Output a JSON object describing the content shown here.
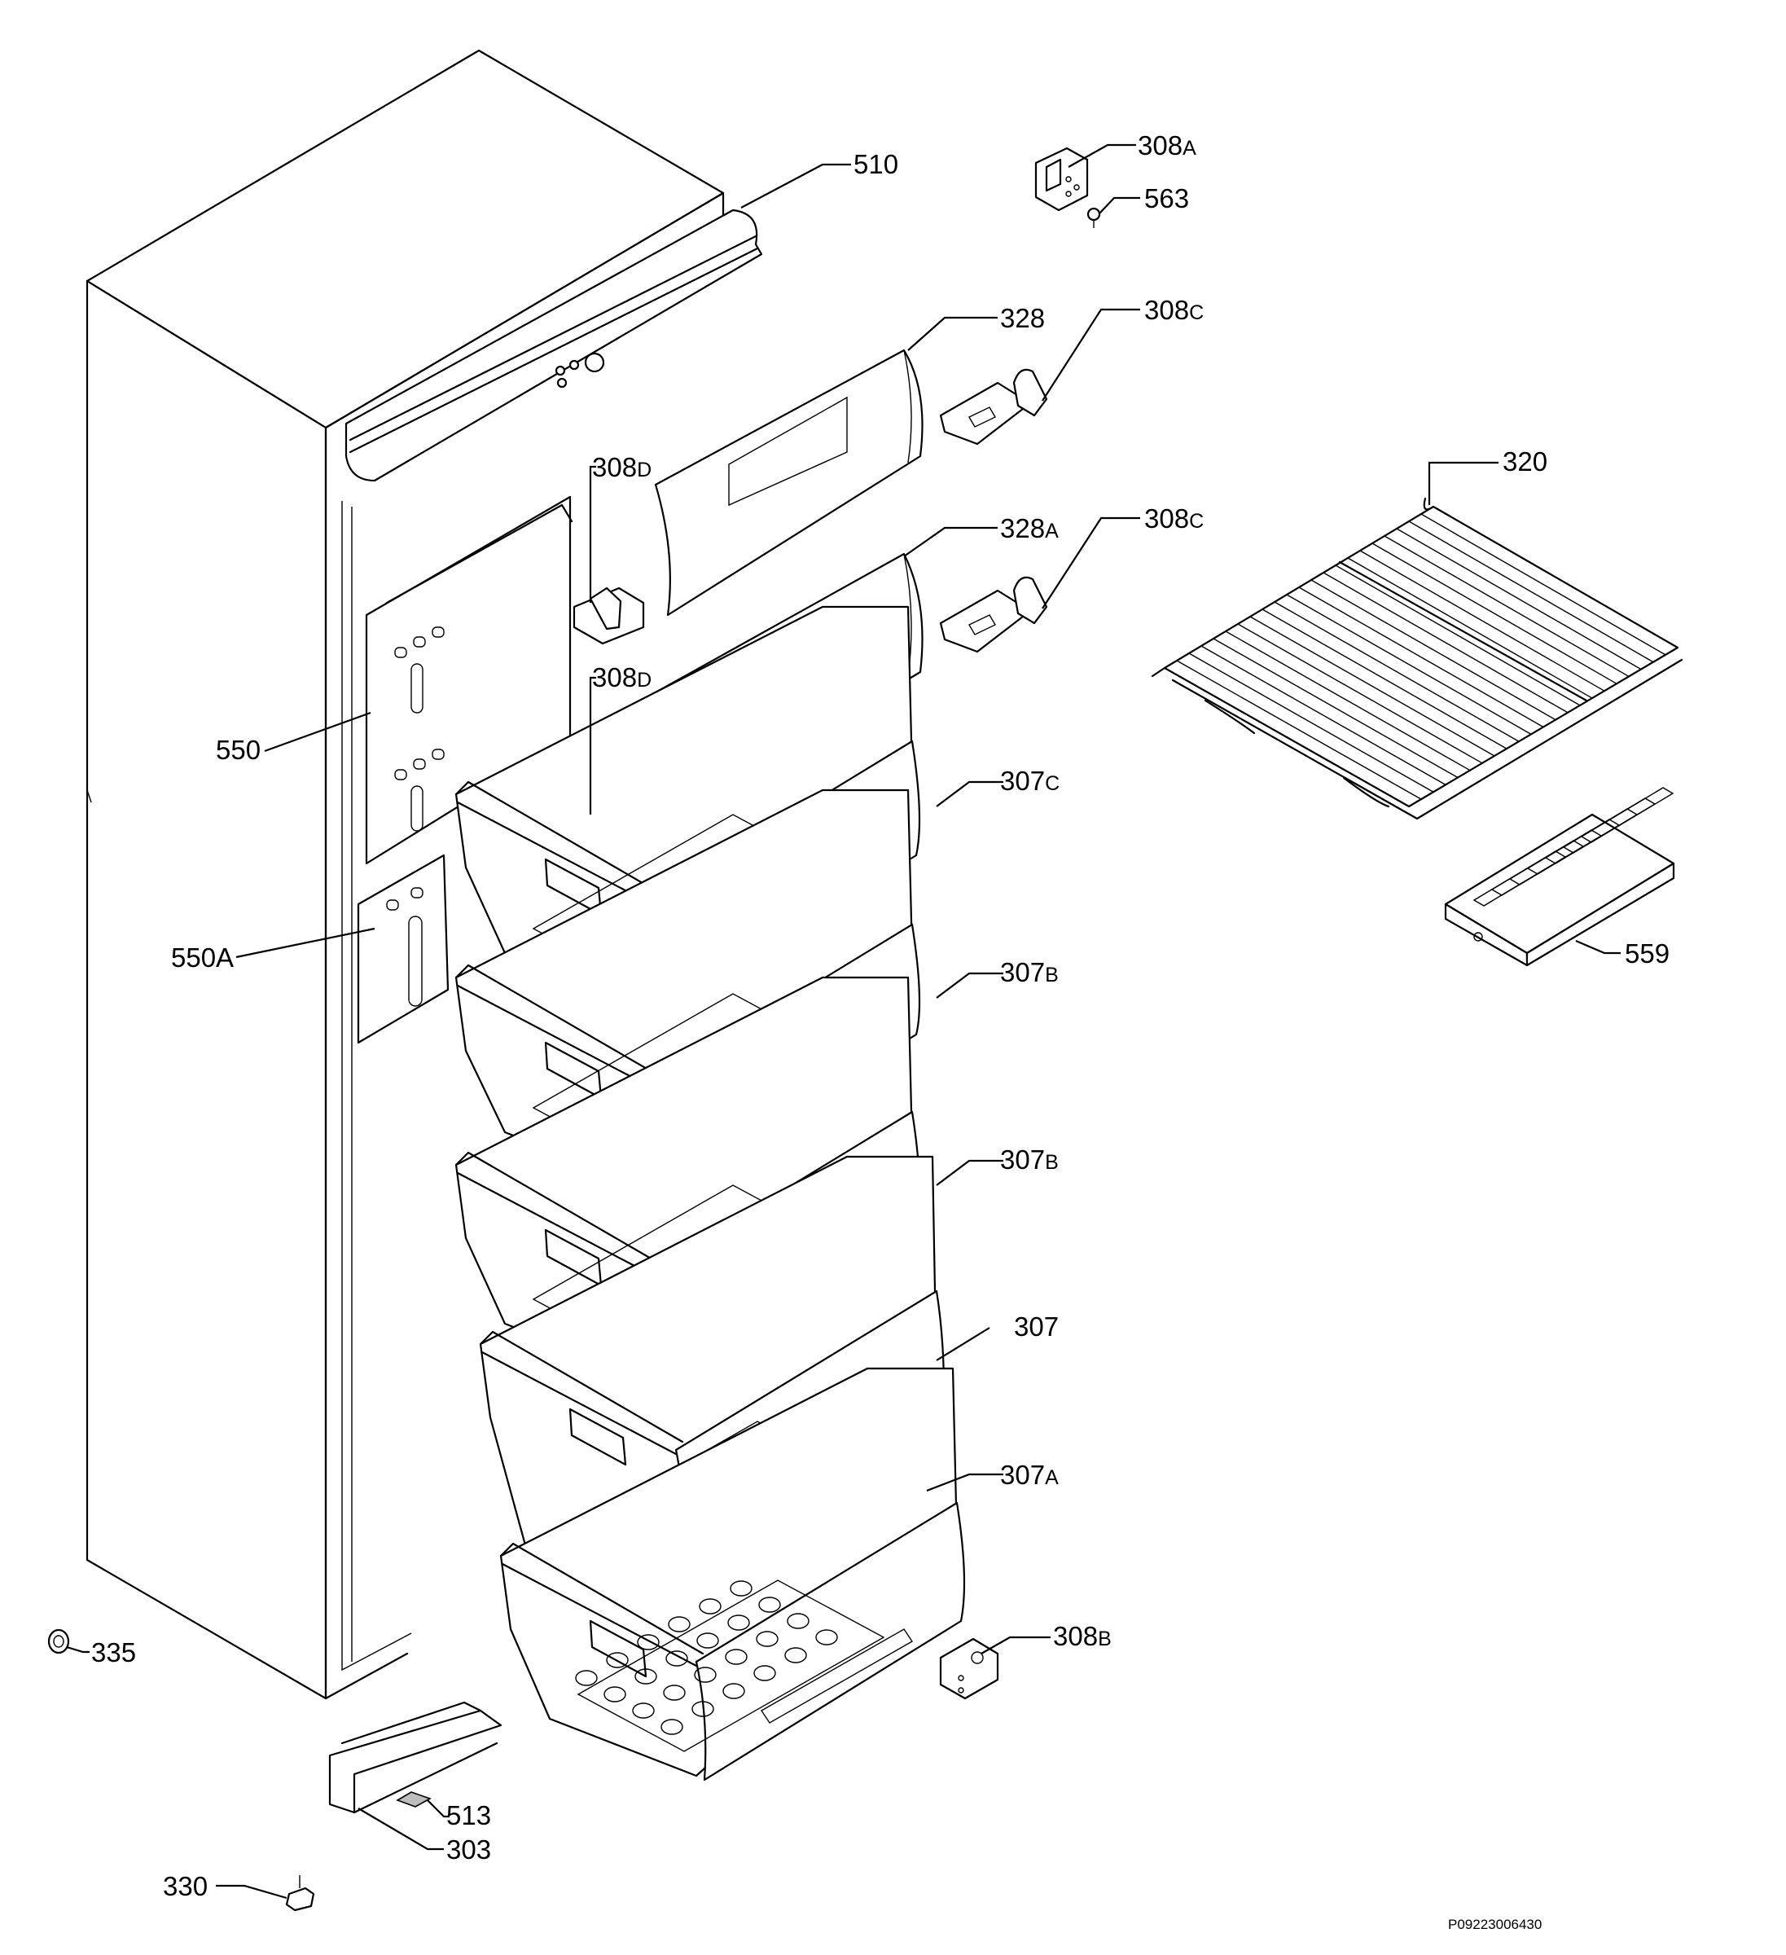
{
  "callouts": [
    {
      "id": "510",
      "num": "510",
      "suffix": ""
    },
    {
      "id": "308A",
      "num": "308",
      "suffix": "A"
    },
    {
      "id": "563",
      "num": "563",
      "suffix": ""
    },
    {
      "id": "328",
      "num": "328",
      "suffix": ""
    },
    {
      "id": "308C-top",
      "num": "308",
      "suffix": "C"
    },
    {
      "id": "308D-top",
      "num": "308",
      "suffix": "D"
    },
    {
      "id": "320",
      "num": "320",
      "suffix": ""
    },
    {
      "id": "328A",
      "num": "328",
      "suffix": "A"
    },
    {
      "id": "308C-mid",
      "num": "308",
      "suffix": "C"
    },
    {
      "id": "308D-mid",
      "num": "308",
      "suffix": "D"
    },
    {
      "id": "550",
      "num": "550",
      "suffix": ""
    },
    {
      "id": "307C",
      "num": "307",
      "suffix": "C"
    },
    {
      "id": "559",
      "num": "559",
      "suffix": ""
    },
    {
      "id": "550A",
      "num": "550A",
      "suffix": ""
    },
    {
      "id": "307B-1",
      "num": "307",
      "suffix": "B"
    },
    {
      "id": "307B-2",
      "num": "307",
      "suffix": "B"
    },
    {
      "id": "307",
      "num": "307",
      "suffix": ""
    },
    {
      "id": "307A",
      "num": "307",
      "suffix": "A"
    },
    {
      "id": "335",
      "num": "335",
      "suffix": ""
    },
    {
      "id": "308B",
      "num": "308",
      "suffix": "B"
    },
    {
      "id": "513",
      "num": "513",
      "suffix": ""
    },
    {
      "id": "303",
      "num": "303",
      "suffix": ""
    },
    {
      "id": "330",
      "num": "330",
      "suffix": ""
    }
  ],
  "drawing_code": "P09223006430"
}
